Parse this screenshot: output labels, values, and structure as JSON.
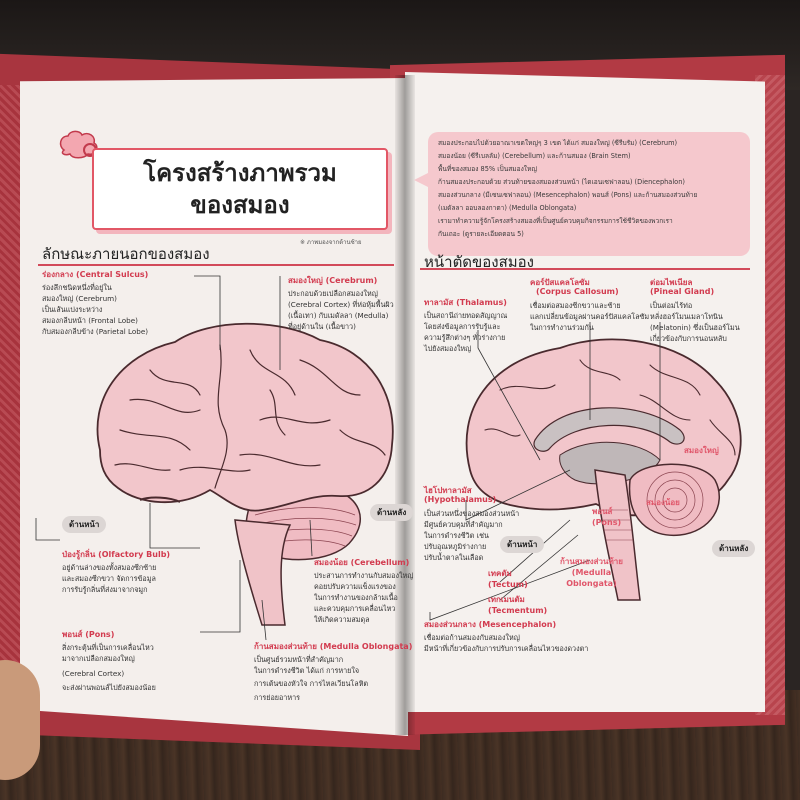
{
  "left_page": {
    "title_line1": "โครงสร้างภาพรวม",
    "title_line2": "ของสมอง",
    "section_heading": "ลักษณะภายนอกของสมอง",
    "section_note": "※ ภาพมองจากด้านซ้าย",
    "labels": {
      "central_sulcus": {
        "title": "ร่องกลาง (Central Sulcus)",
        "lines": [
          "ร่องลึกชนิดหนึ่งที่อยู่ใน",
          "สมองใหญ่ (Cerebrum)",
          "เป็นเส้นแบ่งระหว่าง",
          "สมองกลีบหน้า (Frontal Lobe)",
          "กับสมองกลีบข้าง (Parietal Lobe)"
        ]
      },
      "cerebrum": {
        "title": "สมองใหญ่ (Cerebrum)",
        "lines": [
          "ประกอบด้วยเปลือกสมองใหญ่",
          "(Cerebral Cortex) ที่ห่อหุ้มพื้นผิว",
          "(เนื้อเทา) กับเมดัลลา (Medulla)",
          "ที่อยู่ด้านใน (เนื้อขาว)"
        ]
      },
      "olfactory_bulb": {
        "title": "ป่องรู้กลิ่น (Olfactory Bulb)",
        "lines": [
          "อยู่ด้านล่างของทั้งสมองซีกซ้าย",
          "และสมองซีกขวา จัดการข้อมูล",
          "การรับรู้กลิ่นที่ส่งมาจากจมูก"
        ]
      },
      "pons": {
        "title": "พอนส์ (Pons)",
        "lines": [
          "สิ่งกระตุ้นที่เป็นการเคลื่อนไหว",
          "มาจากเปลือกสมองใหญ่",
          "(Cerebral Cortex)",
          "จะส่งผ่านพอนส์ไปยังสมองน้อย"
        ]
      },
      "cerebellum": {
        "title": "สมองน้อย (Cerebellum)",
        "lines": [
          "ประสานการทำงานกับสมองใหญ่",
          "คอยปรับความแข็งแรงของ",
          "ในการทำงานของกล้ามเนื้อ",
          "และควบคุมการเคลื่อนไหว",
          "ให้เกิดความสมดุล"
        ]
      },
      "medulla": {
        "title": "ก้านสมองส่วนท้าย (Medulla Oblongata)",
        "lines": [
          "เป็นศูนย์รวมหน้าที่สำคัญมาก",
          "ในการดำรงชีวิต ได้แก่ การหายใจ",
          "การเต้นของหัวใจ การไหลเวียนโลหิต",
          "การย่อยอาหาร"
        ]
      }
    },
    "tag_front": "ด้านหน้า",
    "tag_back": "ด้านหลัง"
  },
  "right_page": {
    "speech_lines": [
      "สมองประกอบไปด้วยอาณาเขตใหญ่ๆ 3 เขต ได้แก่ สมองใหญ่ (ซีรีบรัม) (Cerebrum)",
      "สมองน้อย (ซีรีเบลลัม) (Cerebellum) และก้านสมอง (Brain Stem)",
      "พื้นที่ของสมอง 85% เป็นสมองใหญ่",
      "    ก้านสมองประกอบด้วย ส่วนท้ายของสมองส่วนหน้า (ไดเอนเซฟาลอน) (Diencephalon)",
      "สมองส่วนกลาง (มีเซนเซฟาลอน) (Mesencephalon) พอนส์ (Pons) และก้านสมองส่วนท้าย",
      "(เมดัลลา ออบลองกาตา) (Medulla Oblongata)",
      "    เรามาทำความรู้จักโครงสร้างสมองที่เป็นศูนย์ควบคุมกิจกรรมการใช้ชีวิตของพวกเรา",
      "กันเถอะ (ดูรายละเอียดตอน 5)"
    ],
    "section_heading": "หน้าตัดของสมอง",
    "labels": {
      "thalamus": {
        "title": "ทาลามัส (Thalamus)",
        "lines": [
          "เป็นสถานีถ่ายทอดสัญญาณ",
          "โดยส่งข้อมูลการรับรู้และ",
          "ความรู้สึกต่างๆ ทั่วร่างกาย",
          "ไปยังสมองใหญ่"
        ]
      },
      "corpus": {
        "title1": "คอร์ปัสแคลโลซัม",
        "title2": "(Corpus Callosum)",
        "lines": [
          "เชื่อมต่อสมองซีกขวาและซ้าย",
          "แลกเปลี่ยนข้อมูลผ่านคอร์ปัสแคลโลซัม",
          "ในการทำงานร่วมกัน"
        ]
      },
      "pineal": {
        "title1": "ต่อมไพเนียล",
        "title2": "(Pineal Gland)",
        "lines": [
          "เป็นต่อมไร้ท่อ",
          "หลั่งฮอร์โมนเมลาโทนิน",
          "(Melatonin) ซึ่งเป็นฮอร์โมน",
          "เกี่ยวข้องกับการนอนหลับ"
        ]
      },
      "hypothalamus": {
        "title1": "ไฮโปทาลามัส",
        "title2": "(Hypothalamus)",
        "lines": [
          "เป็นส่วนหนึ่งของสมองส่วนหน้า",
          "มีศูนย์ควบคุมที่สำคัญมาก",
          "ในการดำรงชีวิต เช่น",
          "ปรับอุณหภูมิร่างกาย",
          "ปรับน้ำตาลในเลือด"
        ]
      },
      "tectum": "เทคตัม\n(Tectum)",
      "tecmentum": "เทกเมนตัม\n(Tecmentum)",
      "mesencephalon": {
        "title": "สมองส่วนกลาง (Mesencephalon)",
        "lines": [
          "เชื่อมต่อก้านสมองกับสมองใหญ่",
          "มีหน้าที่เกี่ยวข้องกับการปรับการเคลื่อนไหวของดวงตา"
        ]
      },
      "cerebrum": "สมองใหญ่",
      "cerebellum": "สมองน้อย",
      "pons": "พอนส์\n(Pons)",
      "medulla": "ก้านสมองส่วนท้าย\n(Medulla\nOblongata)"
    },
    "tag_front": "ด้านหน้า",
    "tag_back": "ด้านหลัง"
  },
  "colors": {
    "accent": "#d23b4f",
    "brain_fill": "#f2c6cb",
    "brain_stroke": "#4a2a2e",
    "speech_bg": "#f5c8cd"
  }
}
